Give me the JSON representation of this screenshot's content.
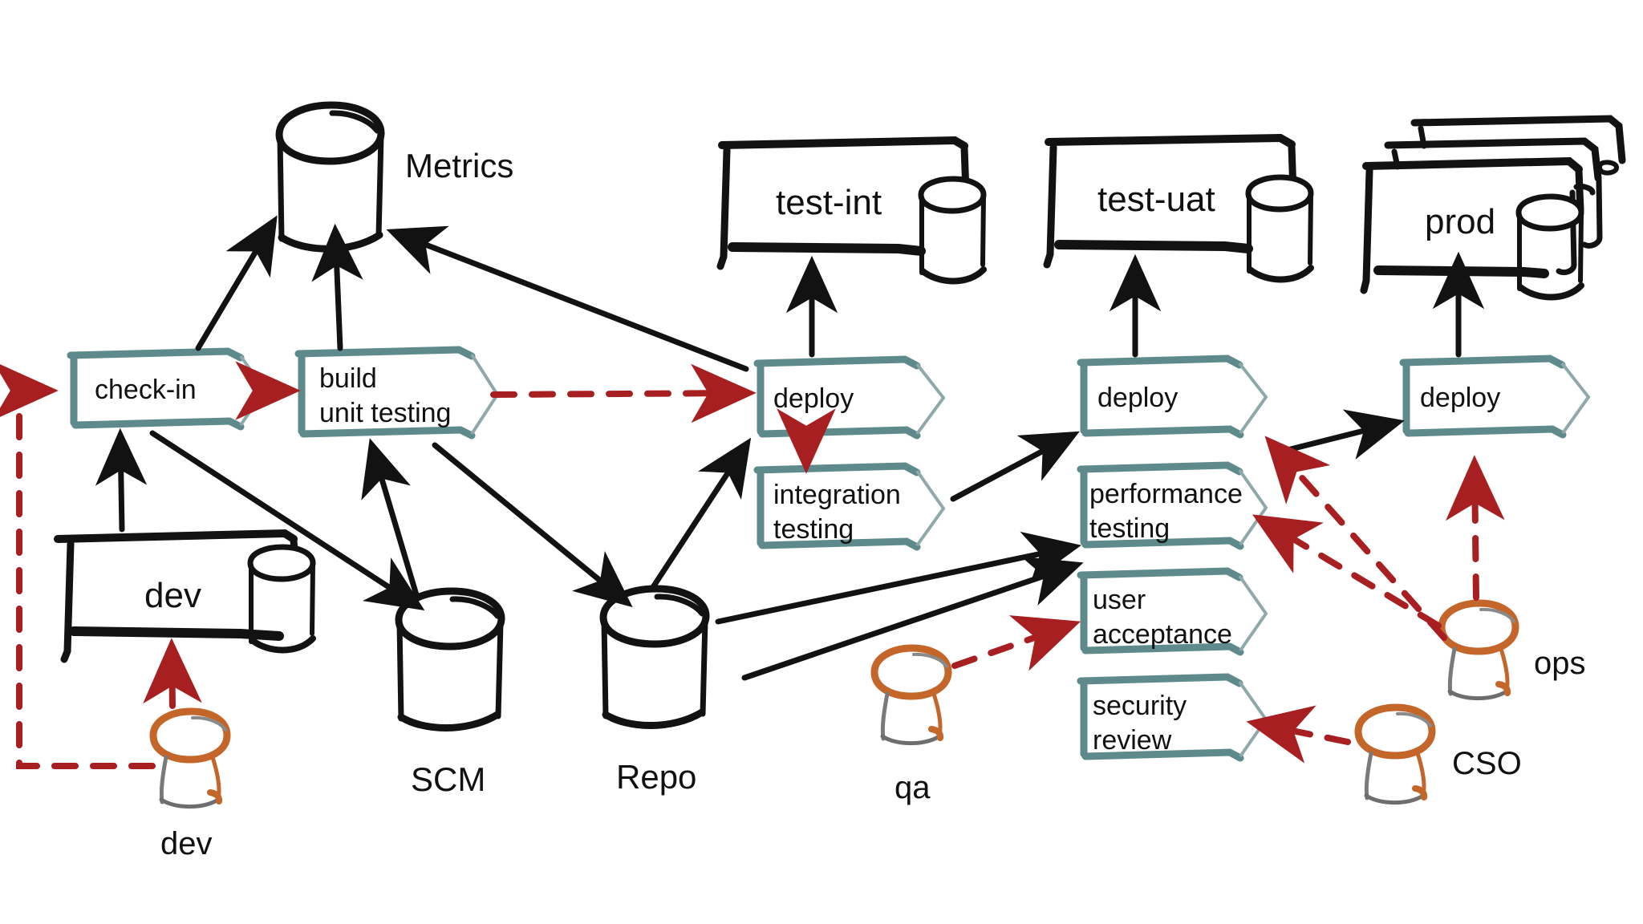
{
  "diagram": {
    "title": "continuous delivery pipeline (hand-drawn)",
    "style": {
      "black": "#121212",
      "red": "#a81f22",
      "teal": "#5f8a8b",
      "orange": "#c4662a",
      "background": "#ffffff"
    }
  },
  "datastores": [
    {
      "id": "metrics",
      "label": "Metrics",
      "icon": "cylinder-icon"
    },
    {
      "id": "scm",
      "label": "SCM",
      "icon": "cylinder-icon"
    },
    {
      "id": "repo",
      "label": "Repo",
      "icon": "cylinder-icon"
    }
  ],
  "environments": [
    {
      "id": "dev",
      "label": "dev",
      "icon": "server-box-icon",
      "stacked": false
    },
    {
      "id": "test-int",
      "label": "test-int",
      "icon": "server-box-icon",
      "stacked": false
    },
    {
      "id": "test-uat",
      "label": "test-uat",
      "icon": "server-box-icon",
      "stacked": false
    },
    {
      "id": "prod",
      "label": "prod",
      "icon": "server-box-icon",
      "stacked": true
    }
  ],
  "steps": [
    {
      "id": "check-in",
      "line1": "check-in",
      "line2": "",
      "stage": "commit"
    },
    {
      "id": "build-unit-testing",
      "line1": "build",
      "line2": "unit testing",
      "stage": "commit"
    },
    {
      "id": "deploy-int",
      "line1": "deploy",
      "line2": "",
      "stage": "test-int"
    },
    {
      "id": "integration-testing",
      "line1": "integration",
      "line2": "testing",
      "stage": "test-int"
    },
    {
      "id": "deploy-uat",
      "line1": "deploy",
      "line2": "",
      "stage": "test-uat"
    },
    {
      "id": "performance-testing",
      "line1": "performance",
      "line2": "testing",
      "stage": "test-uat"
    },
    {
      "id": "user-acceptance",
      "line1": "user",
      "line2": "acceptance",
      "stage": "test-uat"
    },
    {
      "id": "security-review",
      "line1": "security",
      "line2": "review",
      "stage": "test-uat"
    },
    {
      "id": "deploy-prod",
      "line1": "deploy",
      "line2": "",
      "stage": "prod"
    }
  ],
  "actors": [
    {
      "id": "dev",
      "label": "dev",
      "icon": "actor-icon",
      "label_position": "below"
    },
    {
      "id": "qa",
      "label": "qa",
      "icon": "actor-icon",
      "label_position": "below"
    },
    {
      "id": "ops",
      "label": "ops",
      "icon": "actor-icon",
      "label_position": "right"
    },
    {
      "id": "cso",
      "label": "CSO",
      "icon": "actor-icon",
      "label_position": "right"
    }
  ],
  "flows": [
    {
      "from": "dev-actor",
      "to": "dev-env",
      "kind": "trigger-red-solid"
    },
    {
      "from": "dev-actor",
      "to": "check-in",
      "kind": "trigger-red-dashed"
    },
    {
      "from": "dev-env",
      "to": "check-in",
      "kind": "black-solid"
    },
    {
      "from": "check-in",
      "to": "metrics",
      "kind": "black-solid"
    },
    {
      "from": "check-in",
      "to": "scm",
      "kind": "black-solid"
    },
    {
      "from": "check-in",
      "to": "build-unit-testing",
      "kind": "trigger-red-dashed"
    },
    {
      "from": "scm",
      "to": "build-unit-testing",
      "kind": "black-solid"
    },
    {
      "from": "build-unit-testing",
      "to": "metrics",
      "kind": "black-solid"
    },
    {
      "from": "build-unit-testing",
      "to": "repo",
      "kind": "black-solid"
    },
    {
      "from": "build-unit-testing",
      "to": "deploy-int",
      "kind": "trigger-red-dashed"
    },
    {
      "from": "repo",
      "to": "deploy-int",
      "kind": "black-solid"
    },
    {
      "from": "deploy-int",
      "to": "test-int",
      "kind": "black-solid"
    },
    {
      "from": "deploy-int",
      "to": "metrics",
      "kind": "black-solid"
    },
    {
      "from": "deploy-int",
      "to": "integration-testing",
      "kind": "trigger-red-dashed"
    },
    {
      "from": "integration-testing",
      "to": "deploy-uat",
      "kind": "black-solid"
    },
    {
      "from": "repo",
      "to": "performance-testing",
      "kind": "black-solid"
    },
    {
      "from": "repo",
      "to": "user-acceptance",
      "kind": "black-solid"
    },
    {
      "from": "deploy-uat",
      "to": "test-uat",
      "kind": "black-solid"
    },
    {
      "from": "deploy-uat",
      "to": "deploy-prod",
      "kind": "black-solid"
    },
    {
      "from": "qa",
      "to": "user-acceptance",
      "kind": "trigger-red-dashed"
    },
    {
      "from": "ops",
      "to": "deploy-uat",
      "kind": "trigger-red-dashed"
    },
    {
      "from": "ops",
      "to": "performance-testing",
      "kind": "trigger-red-dashed"
    },
    {
      "from": "ops",
      "to": "deploy-prod",
      "kind": "trigger-red-dashed"
    },
    {
      "from": "cso",
      "to": "security-review",
      "kind": "trigger-red-dashed"
    },
    {
      "from": "deploy-prod",
      "to": "prod",
      "kind": "black-solid"
    }
  ]
}
